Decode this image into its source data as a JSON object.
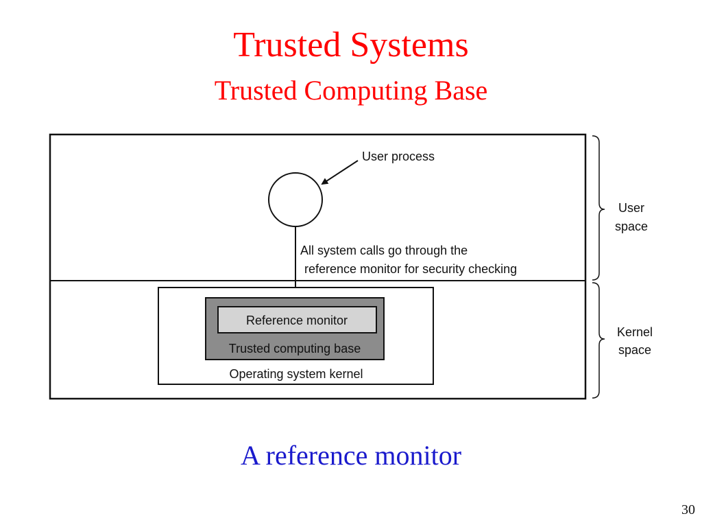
{
  "slide": {
    "title": "Trusted Systems",
    "subtitle": "Trusted Computing Base",
    "caption": "A reference monitor",
    "page_number": "30",
    "colors": {
      "title": "#ff0000",
      "caption": "#1a1acc",
      "tcb_fill": "#8c8c8c",
      "monitor_fill": "#d4d4d4"
    }
  },
  "diagram": {
    "user_process_label": "User process",
    "syscall_note_line1": "All system calls go through the",
    "syscall_note_line2": "reference monitor for security checking",
    "reference_monitor_label": "Reference monitor",
    "tcb_label": "Trusted computing base",
    "kernel_label": "Operating system kernel",
    "user_space_line1": "User",
    "user_space_line2": "space",
    "kernel_space_line1": "Kernel",
    "kernel_space_line2": "space"
  }
}
